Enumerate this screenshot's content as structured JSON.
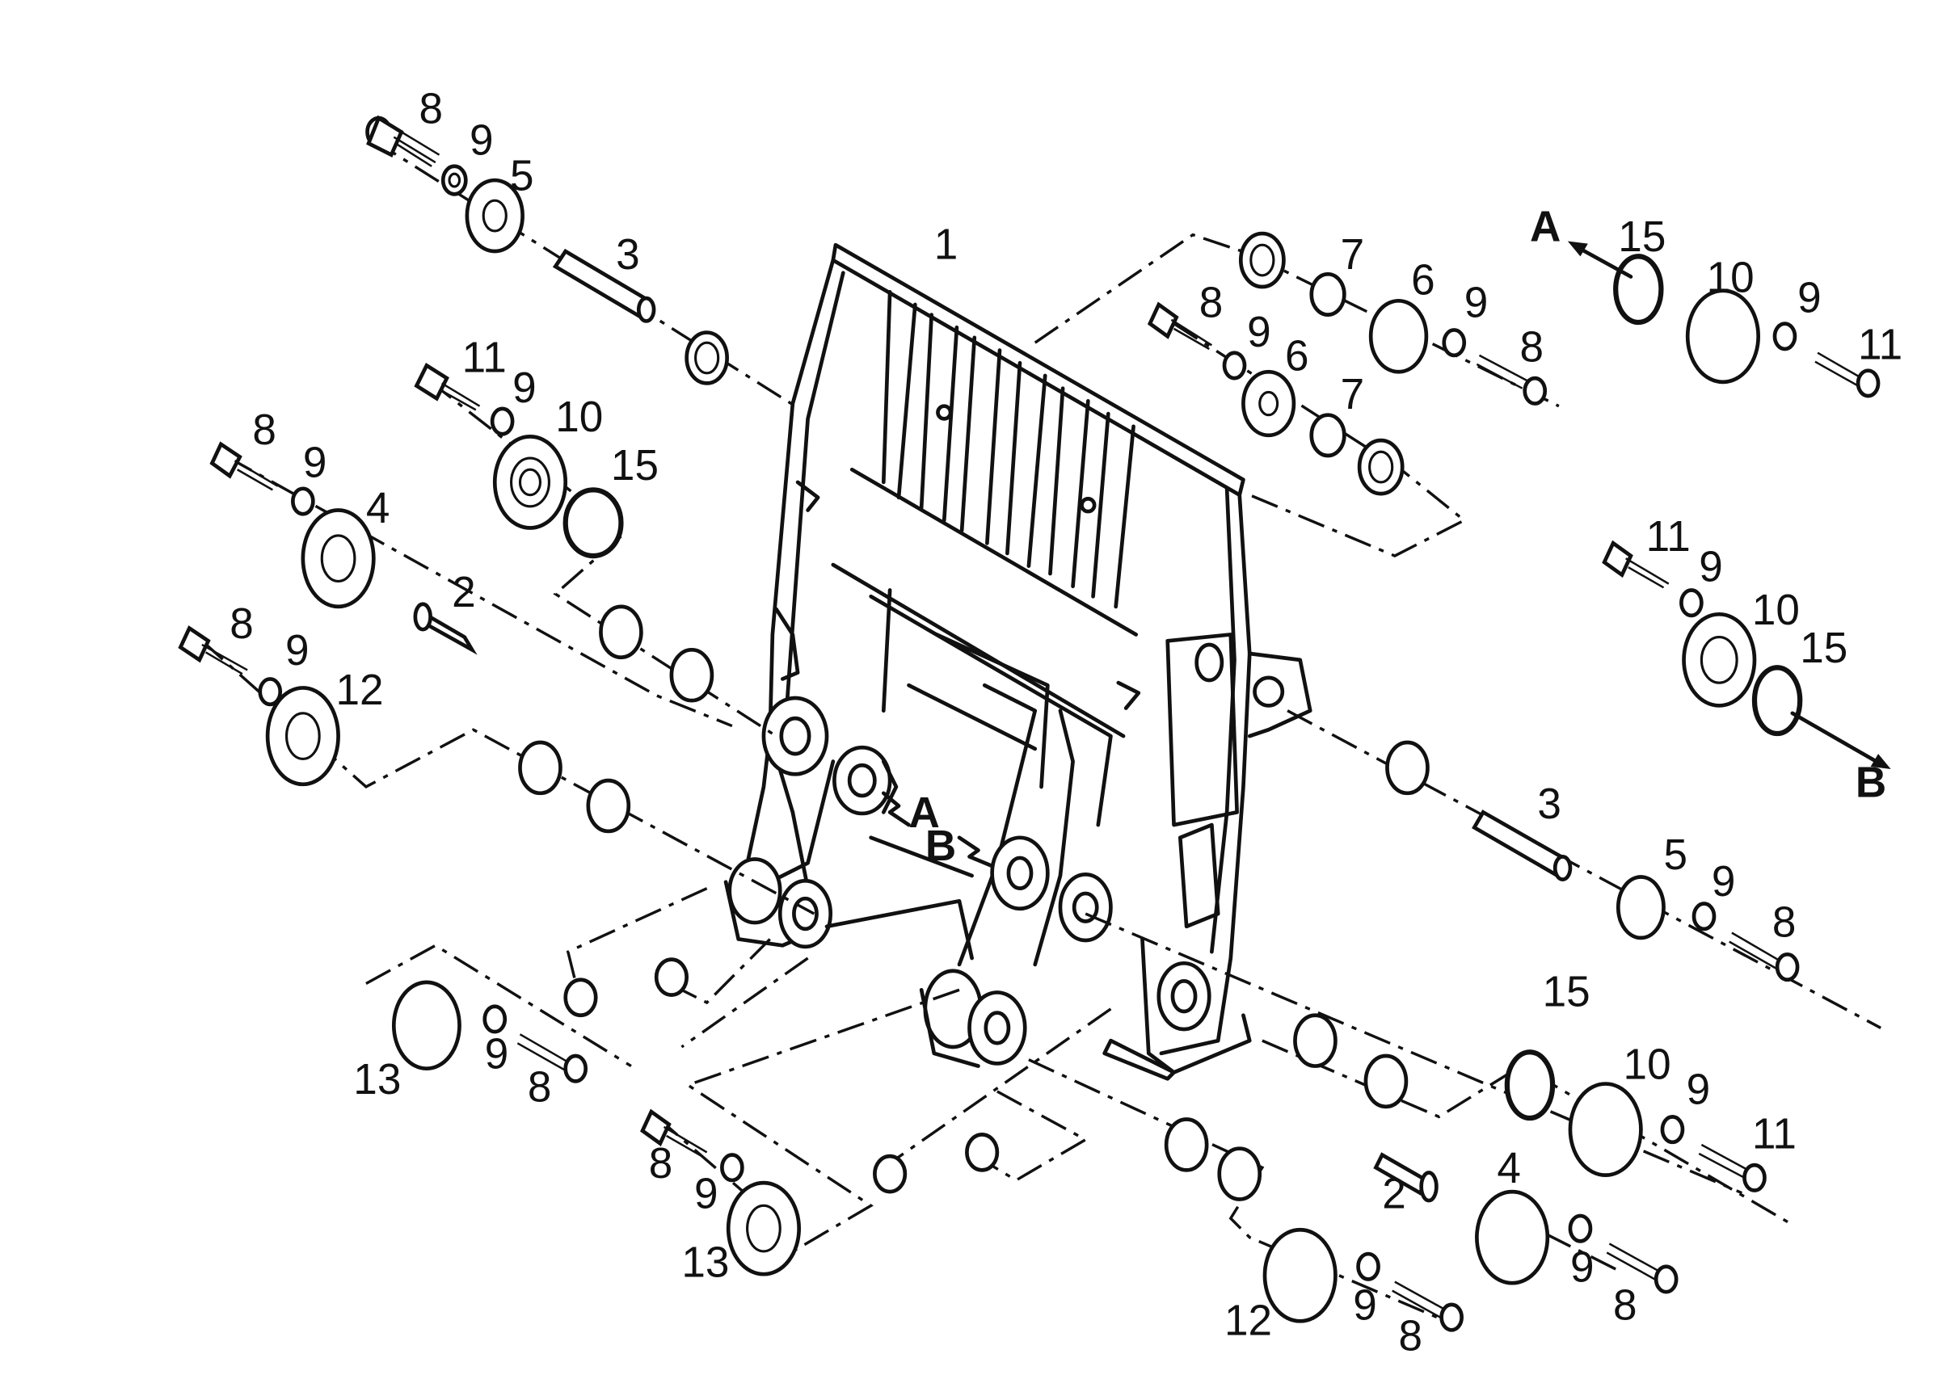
{
  "diagram": {
    "ref_labels": {
      "frame": "1",
      "pin_short": "2",
      "pin_long": "3",
      "disc_4": "4",
      "disc_5": "5",
      "disc_6": "6",
      "bushing": "7",
      "bolt": "8",
      "washer": "9",
      "cap_10": "10",
      "screw_11": "11",
      "disc_12": "12",
      "disc_13": "13",
      "ring": "15"
    },
    "view_marks": {
      "a": "A",
      "b": "B"
    }
  }
}
